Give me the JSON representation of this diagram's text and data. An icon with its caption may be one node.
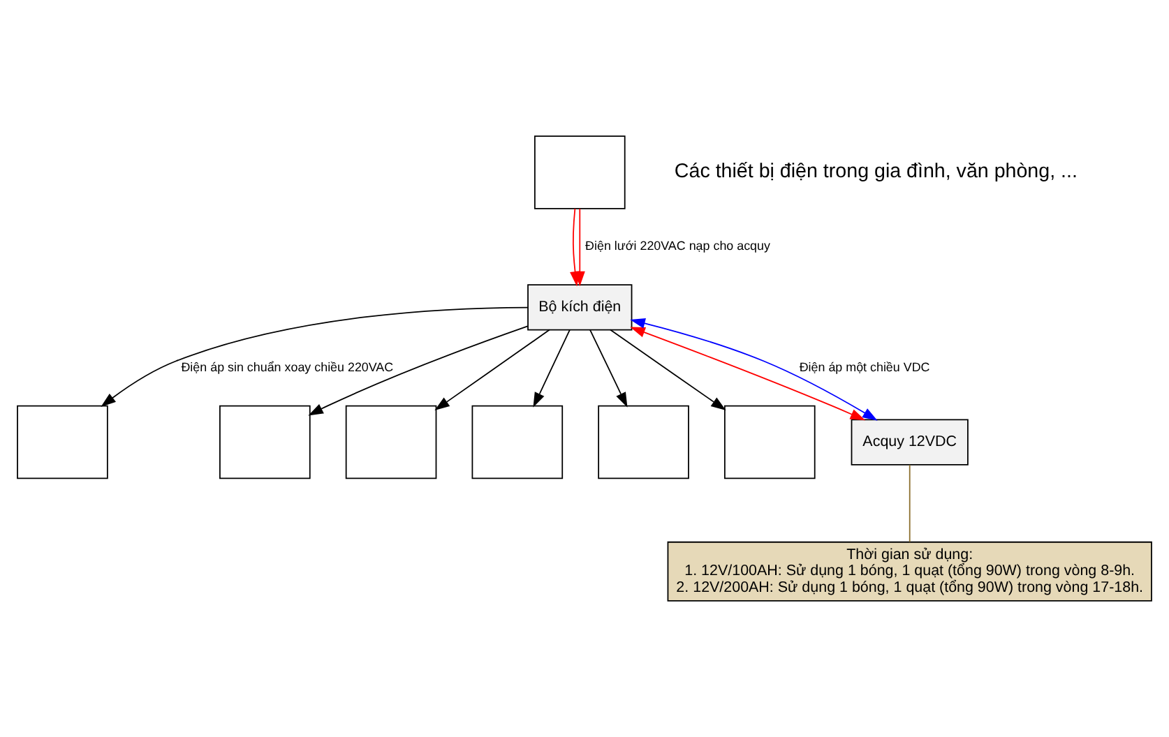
{
  "diagram": {
    "nodes": [
      {
        "text": [],
        "shape": "box"
      },
      {
        "text": [],
        "shape": "box"
      },
      {
        "text": [],
        "shape": "box"
      },
      {
        "text": [],
        "shape": "box"
      },
      {
        "text": [],
        "shape": "box"
      },
      {
        "text": [
          "Bộ kích điện"
        ]
      },
      {
        "text": [],
        "shape": "box"
      },
      {
        "text": [],
        "shape": "box"
      },
      {
        "text": [
          "Acquy 12VDC"
        ]
      },
      {
        "text": [
          "Thời gian sử dụng:",
          "1. 12V/100AH: Sử dụng 1 bóng, 1 quạt (tổng 90W) trong vòng 8-9h.",
          "2. 12V/200AH: Sử dụng 1 bóng, 1 quạt (tổng 90W) trong vòng 17-18h."
        ]
      }
    ],
    "edges": [
      {
        "from": 0,
        "to": 5,
        "arrow": "to",
        "color": "#ff0000"
      },
      {
        "from": 0,
        "to": 5,
        "arrow": "to",
        "color": "#ff0000",
        "label": "Điện lưới 220VAC nạp cho acquy"
      },
      {
        "from": 5,
        "to": 1,
        "arrow": "to",
        "label": "Điện áp sin chuẩn xoay chiều 220VAC"
      },
      {
        "from": 5,
        "to": 2,
        "arrow": "to"
      },
      {
        "from": 5,
        "to": 3,
        "arrow": "to"
      },
      {
        "from": 5,
        "to": 4,
        "arrow": "to"
      },
      {
        "from": 5,
        "to": 6,
        "arrow": "to"
      },
      {
        "from": 5,
        "to": 7,
        "arrow": "to"
      },
      {
        "from": 5,
        "to": 8,
        "arrow": "both",
        "color": "#ff0000"
      },
      {
        "from": 5,
        "to": 8,
        "arrow": "both",
        "color": "#0000ff",
        "label": "Điện áp một chiều VDC"
      },
      {
        "from": 8,
        "to": 9,
        "arrow": "none",
        "color": "#8b6f2e"
      }
    ],
    "labels": [
      "Các thiết bị điện trong gia đình, văn phòng, ..."
    ]
  }
}
